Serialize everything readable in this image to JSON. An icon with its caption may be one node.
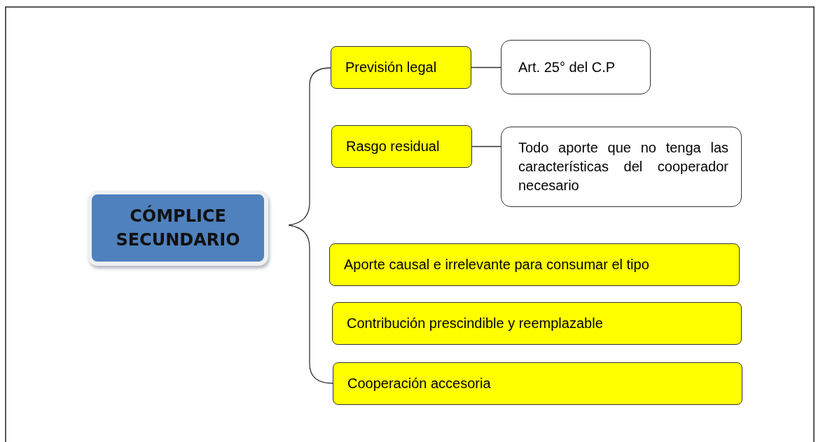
{
  "diagram": {
    "nodes": [
      {
        "text": [
          "CÓMPLICE SECUNDARIO"
        ]
      },
      {
        "text": [
          "Previsión legal"
        ]
      },
      {
        "text": [
          "Art. 25° del C.P"
        ]
      },
      {
        "text": [
          "Rasgo residual"
        ]
      },
      {
        "text": [
          "Todo aporte que no tenga las características del cooperador necesario"
        ]
      },
      {
        "text": [
          "Aporte causal e irrelevante para consumar el tipo"
        ]
      },
      {
        "text": [
          "Contribución prescindible y reemplazable"
        ]
      },
      {
        "text": [
          "Cooperación accesoria"
        ]
      }
    ],
    "edges": [
      {
        "from": 1,
        "to": 2,
        "arrow": "none"
      },
      {
        "from": 3,
        "to": 4,
        "arrow": "none"
      }
    ]
  }
}
